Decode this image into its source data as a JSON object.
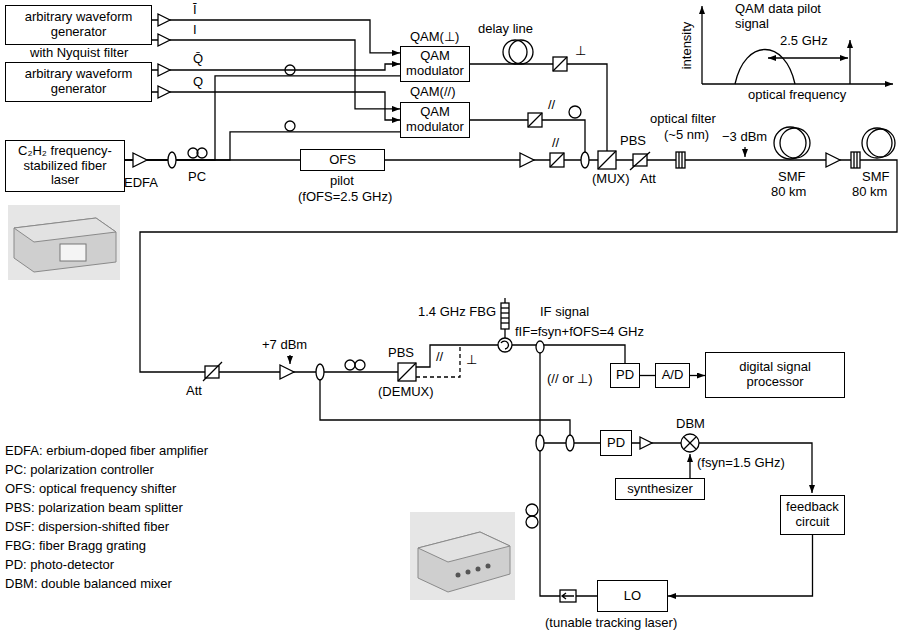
{
  "diagram": {
    "nodes": [
      {
        "text": [
          "arbitrary waveform generator"
        ]
      },
      {
        "text": [
          "arbitrary waveform generator"
        ]
      },
      {
        "text": [
          "QAM modulator"
        ]
      },
      {
        "text": [
          "QAM modulator"
        ]
      },
      {
        "text": [
          "C₂H₂ frequency-stabilized fiber laser"
        ]
      },
      {
        "text": [
          "OFS"
        ]
      },
      {
        "text": [
          "PD"
        ]
      },
      {
        "text": [
          "A/D"
        ]
      },
      {
        "text": [
          "digital signal processor"
        ]
      },
      {
        "text": [
          "PD"
        ]
      },
      {
        "text": [
          "synthesizer"
        ]
      },
      {
        "text": [
          "feedback circuit"
        ]
      },
      {
        "text": [
          "LO"
        ]
      }
    ],
    "edges": [
      {
        "from": 0,
        "to": 2,
        "arrow": "to"
      },
      {
        "from": 0,
        "to": 3,
        "arrow": "to"
      },
      {
        "from": 1,
        "to": 2,
        "arrow": "to"
      },
      {
        "from": 1,
        "to": 3,
        "arrow": "to"
      },
      {
        "from": 4,
        "to": 5,
        "arrow": "none"
      },
      {
        "from": 4,
        "to": 2,
        "arrow": "none"
      },
      {
        "from": 4,
        "to": 3,
        "arrow": "none"
      },
      {
        "from": 6,
        "to": 7,
        "arrow": "none"
      },
      {
        "from": 7,
        "to": 8,
        "arrow": "to"
      },
      {
        "from": 11,
        "to": 12,
        "arrow": "to"
      }
    ],
    "labels": [
      "Ī",
      "I",
      "Q̄",
      "Q",
      "with Nyquist filter",
      "QAM(⊥)",
      "QAM(//)",
      "delay line",
      "⊥",
      "//",
      "//",
      "PBS",
      "(MUX)",
      "Att",
      "optical filter",
      "(~5 nm)",
      "−3 dBm",
      "SMF",
      "80 km",
      "SMF",
      "80 km",
      "QAM data pilot signal",
      "2.5 GHz",
      "intensity",
      "optical frequency",
      "EDFA",
      "PC",
      "pilot",
      "(fOFS=2.5 GHz)",
      "Att",
      "+7 dBm",
      "PBS",
      "(DEMUX)",
      "1.4 GHz FBG",
      "IF signal",
      "fIF=fsyn+fOFS=4 GHz",
      "//",
      "⊥",
      "(// or ⊥)",
      "DBM",
      "(fsyn=1.5 GHz)",
      "(tunable tracking laser)",
      "EDFA: erbium-doped fiber amplifier",
      "PC: polarization controller",
      "OFS: optical frequency shifter",
      "PBS: polarization beam splitter",
      "DSF: dispersion-shifted fiber",
      "FBG: fiber Bragg grating",
      "PD: photo-detector",
      "DBM: double balanced mixer"
    ]
  }
}
